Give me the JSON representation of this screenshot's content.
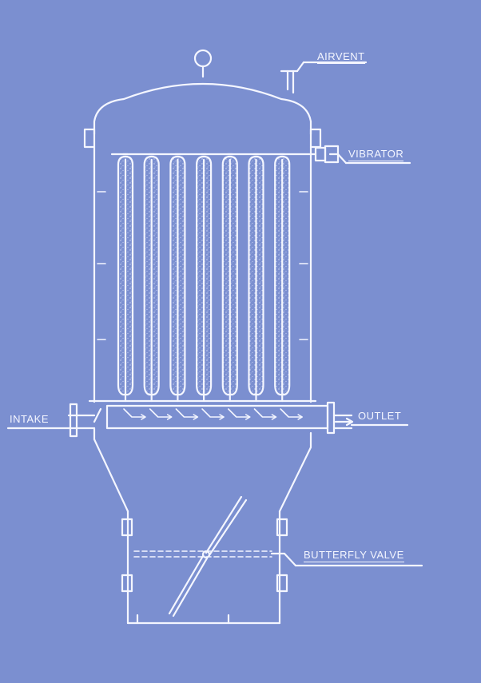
{
  "diagram": {
    "labels": {
      "airvent": "AIRVENT",
      "vibrator": "VIBRATOR",
      "intake": "INTAKE",
      "outlet": "OUTLET",
      "butterfly_valve": "BUTTERFLY VALVE"
    },
    "filter_bag_count": 7,
    "colors": {
      "background": "#7b8fd0",
      "line": "#f4f6ff"
    }
  }
}
